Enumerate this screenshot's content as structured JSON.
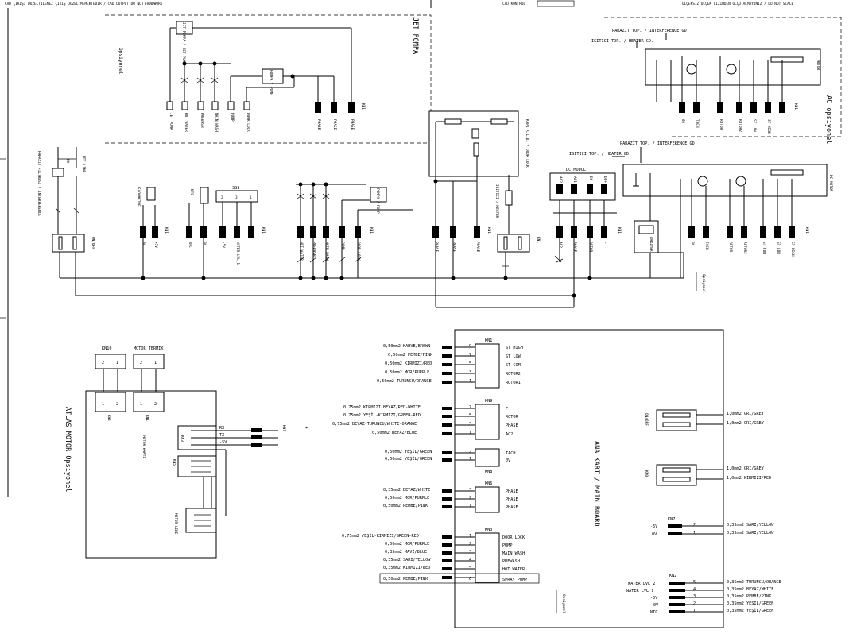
{
  "header": {
    "left": "CAD ÇIKIŞI DÜZELTİLEMEZ ÇIKIŞ DÜZELTMEMEKTEDİR / CAD OUTPUT,DO NOT HANDWORK",
    "middle": "CAD KONTROL",
    "right": "ÖLÇEKSİZ ÖLÇEK ÇİZİMDEN ÖLÇÜ ALMAYINIZ / DO NOT SCALE"
  },
  "jet_pump": {
    "title": "JET POMPA",
    "optional": "Opsiyonel",
    "pump_label": "JET POMPA / JET PUMP",
    "pump_block": "POMPA / PUMP",
    "wires": [
      "JET PUMP",
      "HOT WATER",
      "PREWASH",
      "MAIN WASH",
      "PUMP",
      "DOOR LOCK"
    ],
    "phase_conn": "KN1",
    "phase_pins": [
      "PHASE",
      "PHASE",
      "PHASE"
    ]
  },
  "ac_option": {
    "title": "AC opsiyonel",
    "paraz_top": "PARAZİT TOP. / INTERFERENCE GD.",
    "heater_gnd": "ISITICI TOP. / HEATER GD.",
    "motor": "MOTOR",
    "pins": [
      "0V",
      "TACH",
      "ROTOR",
      "ROTOR2",
      "ST LOW",
      "ST HIGH"
    ],
    "conn": "KN1"
  },
  "middle": {
    "interference": "PARAZİT FİLTRESİ / INTERFERENCE",
    "ntc_gnd": "0V",
    "ntc_line": "NTC LINE",
    "on_off": "ON/OFF",
    "flowmeter": "FLOWMETRE",
    "flowmeter_pins": [
      "0V",
      "+5V"
    ],
    "ntc": "NTC",
    "sss": "SSS",
    "sss_pins": [
      "2",
      "3",
      "1"
    ],
    "level_pins": [
      "NTC",
      "0V",
      "-5V",
      "WATER LVL_1"
    ],
    "valve_pins": [
      "HOT WATER",
      "PREWASH",
      "MAIN WASH",
      "PUMP",
      "DOOR LOCK"
    ],
    "kapi_kilidi": "KAPI KİLİDİ / DOOR LOCK",
    "pump_block": "POMPA / PUMP",
    "phase_pins": [
      "PHASE",
      "PHASE",
      "PHASE"
    ],
    "heater": "ISITICI / HEATER",
    "dc_modul": "DC MODUL",
    "dc_pins": [
      "AC2",
      "AC1",
      "DC-",
      "DC+"
    ],
    "dc_bottom": [
      "AC2",
      "PHASE",
      "ROTOR",
      "F"
    ],
    "paraz_top": "PARAZİT TOP. / INTERFERENCE GD.",
    "heater_gnd": "ISITICI TOP. / HEATER GD.",
    "dc_motor": "DC MOTOR",
    "motor_pins": [
      "0V",
      "TACH",
      "ROTOR",
      "ROTOR2",
      "ST COM",
      "ST LOW",
      "ST HIGH"
    ],
    "bariyer": "BARİYER",
    "optional_text": "Opsiyonel"
  },
  "atlas": {
    "title": "ATLAS MOTOR Opsiyonel",
    "kn10": "KN10",
    "motor_termik": "MOTOR TERMIK",
    "kn10_pins": [
      "2",
      "1"
    ],
    "termik_pins": [
      "2",
      "1"
    ],
    "kn2_pins": [
      "1",
      "2"
    ],
    "kn1_pins": [
      "1",
      "2"
    ],
    "kn2": "KN2",
    "kn1": "KN1",
    "motor_karti": "MOTOR KARTI",
    "kn3": "KN3",
    "kn5": "KN5",
    "signals": [
      "RX",
      "TX",
      "-5V"
    ],
    "motor_line": "MOTOR LINE",
    "anakart": "KN7"
  },
  "main_board": {
    "label": "ANA KART / MAIN BOARD",
    "kn1": {
      "name": "KN1",
      "wires": [
        "0,50mm2 KAHVE/BROWN",
        "0,50mm2 PEMBE/PINK",
        "0,50mm2 KIRMIZI/RED",
        "0,50mm2 MOR/PURPLE",
        "0,50mm2 TURUNCU/ORANGE"
      ],
      "pins": [
        "9",
        "7",
        "5",
        "3",
        "1"
      ],
      "labels": [
        "ST HIGH",
        "ST LOW",
        "ST COM",
        "ROTOR2",
        "ROTOR1"
      ]
    },
    "kn9": {
      "name": "KN9",
      "wires": [
        "0,75mm2 KIRMIZI-BEYAZ/RED-WHITE",
        "0,75mm2 YEŞİL-KIRMIZI/GREEN-RED",
        "0,75mm2 BEYAZ-TURUNCU/WHITE-ORANGE",
        "0,50mm2 BEYAZ/BLUE"
      ],
      "pins": [
        "7",
        "5",
        "3",
        "1"
      ],
      "labels": [
        "F",
        "ROTOR",
        "PHASE",
        "AC2"
      ]
    },
    "kn8": {
      "name": "KN8",
      "wires": [
        "0,50mm2 YEŞİL/GREEN",
        "0,50mm2 YEŞİL/GREEN"
      ],
      "pins": [
        "2",
        "1"
      ],
      "labels": [
        "TACH",
        "0V"
      ]
    },
    "kn6": {
      "name": "KN6",
      "wires": [
        "0,35mm2 BEYAZ/WHITE",
        "0,50mm2 MOR/PURPLE",
        "0,50mm2 PEMBE/PINK"
      ],
      "pins": [
        "3",
        "2",
        "1"
      ],
      "labels": [
        "PHASE",
        "PHASE",
        "PHASE"
      ]
    },
    "kn3": {
      "name": "KN3",
      "wires": [
        "0,75mm2 YEŞİL-KIRMIZI/GREEN-RED",
        "0,50mm2 MOR/PURPLE",
        "0,35mm2 MAVİ/BLUE",
        "0,35mm2 SARI/YELLOW",
        "0,35mm2 KIRMIZI/RED",
        "0,50mm2 PEMBE/PINK"
      ],
      "pins": [
        "1",
        "2",
        "3",
        "4",
        "5",
        "6"
      ],
      "labels": [
        "DOOR LOCK",
        "PUMP",
        "MAIN WASH",
        "PREWASH",
        "HOT WATER",
        "SPRAY PUMP"
      ]
    },
    "on_off": "ON/OFF",
    "on_off_wires": [
      "1,0mm2 GRİ/GREY",
      "1,0mm2 GRİ/GREY"
    ],
    "kn0": "KN0",
    "kn0_wires": [
      "1,0mm2 GRİ/GREY",
      "1,0mm2 KIRMIZI/RED"
    ],
    "kn7": {
      "name": "KN7",
      "left": [
        "-5V",
        "0V"
      ],
      "pins": [
        "2",
        "1"
      ],
      "wires": [
        "0,35mm2 SARI/YELLOW",
        "0,35mm2 SARI/YELLOW"
      ]
    },
    "kn2": {
      "name": "KN2",
      "left": [
        "WATER LVL_2",
        "WATER LVL_1",
        "-5V",
        "0V",
        "NTC"
      ],
      "pins": [
        "5",
        "4",
        "3",
        "2",
        "1"
      ],
      "wires": [
        "0,35mm2 TURUNCU/ORANGE",
        "0,35mm2 BEYAZ/WHITE",
        "0,35mm2 PEMBE/PINK",
        "0,35mm2 YEŞİL/GREEN",
        "0,35mm2 YEŞİL/GREEN"
      ]
    },
    "optional": "Opsiyonel"
  }
}
